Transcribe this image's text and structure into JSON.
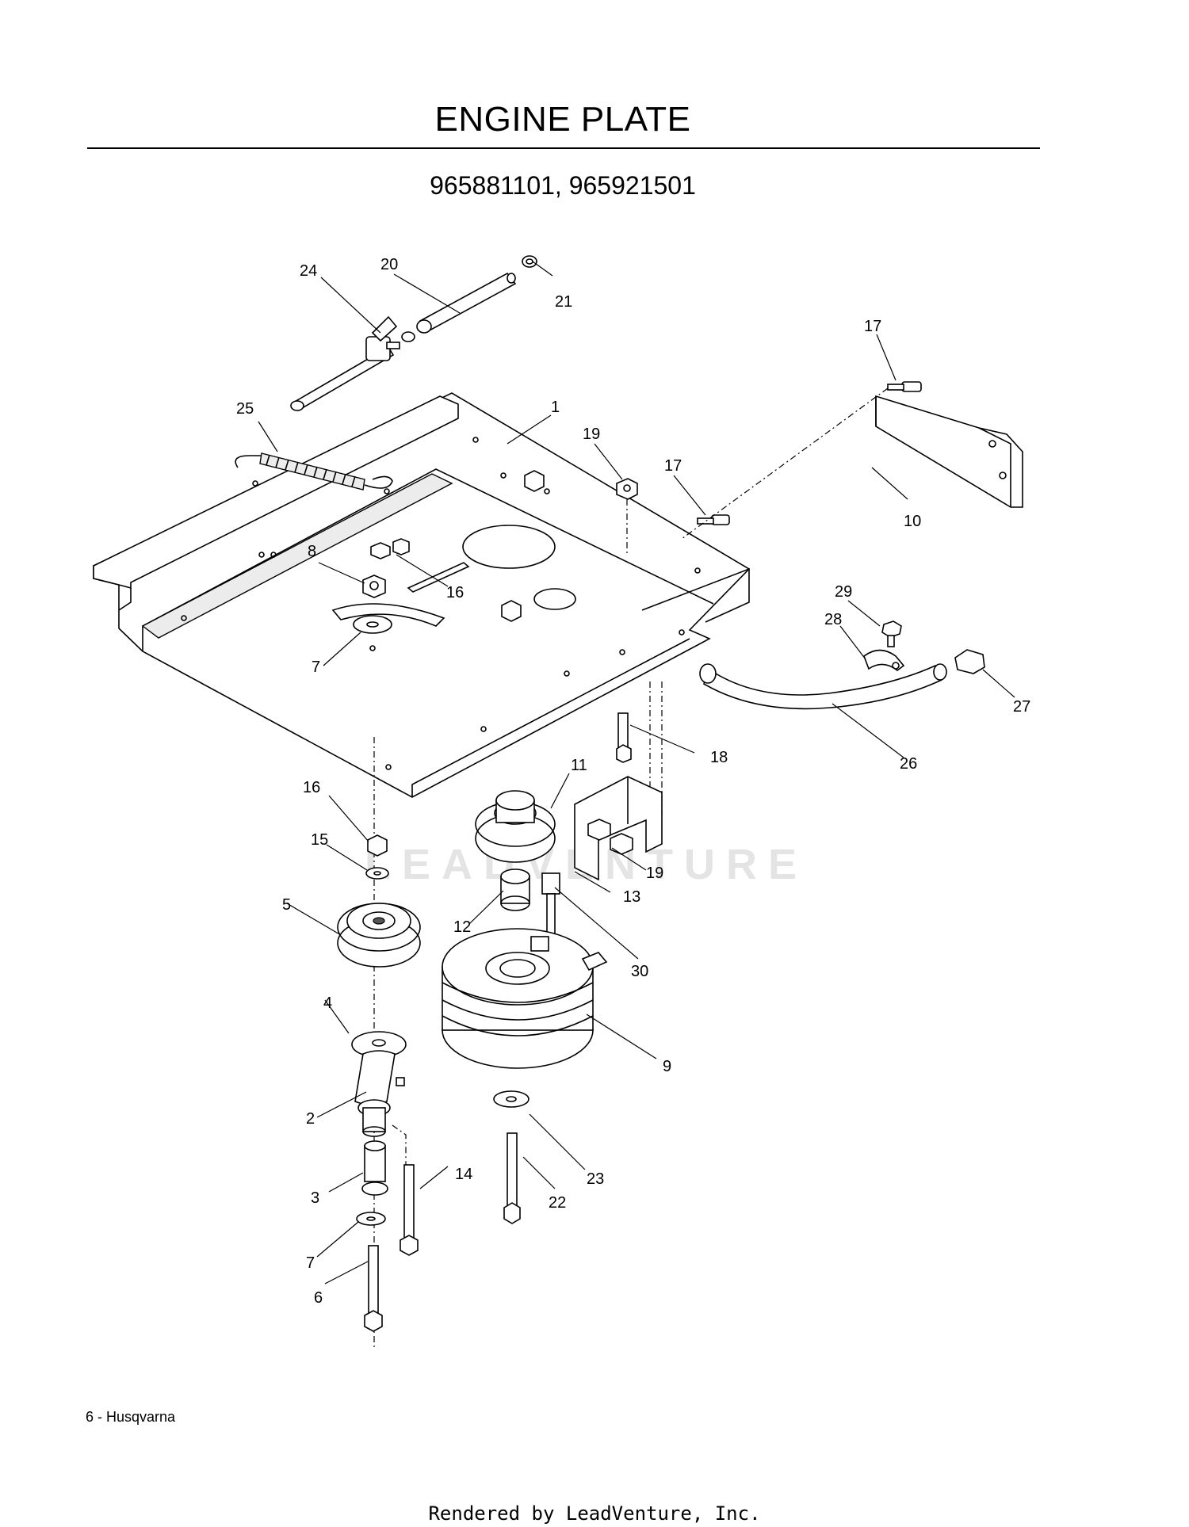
{
  "page": {
    "title": "ENGINE PLATE",
    "models": "965881101, 965921501",
    "footer_left": "6 - Husqvarna",
    "footer_bottom": "Rendered by LeadVenture, Inc.",
    "watermark": "LEADVENTURE"
  },
  "callouts": [
    {
      "id": "c1",
      "label": "1"
    },
    {
      "id": "c2",
      "label": "2"
    },
    {
      "id": "c3",
      "label": "3"
    },
    {
      "id": "c4",
      "label": "4"
    },
    {
      "id": "c5",
      "label": "5"
    },
    {
      "id": "c6",
      "label": "6"
    },
    {
      "id": "c7a",
      "label": "7"
    },
    {
      "id": "c7b",
      "label": "7"
    },
    {
      "id": "c8",
      "label": "8"
    },
    {
      "id": "c9",
      "label": "9"
    },
    {
      "id": "c10",
      "label": "10"
    },
    {
      "id": "c11",
      "label": "11"
    },
    {
      "id": "c12",
      "label": "12"
    },
    {
      "id": "c13",
      "label": "13"
    },
    {
      "id": "c14",
      "label": "14"
    },
    {
      "id": "c15",
      "label": "15"
    },
    {
      "id": "c16a",
      "label": "16"
    },
    {
      "id": "c16b",
      "label": "16"
    },
    {
      "id": "c17a",
      "label": "17"
    },
    {
      "id": "c17b",
      "label": "17"
    },
    {
      "id": "c18",
      "label": "18"
    },
    {
      "id": "c19a",
      "label": "19"
    },
    {
      "id": "c19b",
      "label": "19"
    },
    {
      "id": "c20",
      "label": "20"
    },
    {
      "id": "c21",
      "label": "21"
    },
    {
      "id": "c22",
      "label": "22"
    },
    {
      "id": "c23",
      "label": "23"
    },
    {
      "id": "c24",
      "label": "24"
    },
    {
      "id": "c25",
      "label": "25"
    },
    {
      "id": "c26",
      "label": "26"
    },
    {
      "id": "c27",
      "label": "27"
    },
    {
      "id": "c28",
      "label": "28"
    },
    {
      "id": "c29",
      "label": "29"
    },
    {
      "id": "c30",
      "label": "30"
    }
  ]
}
